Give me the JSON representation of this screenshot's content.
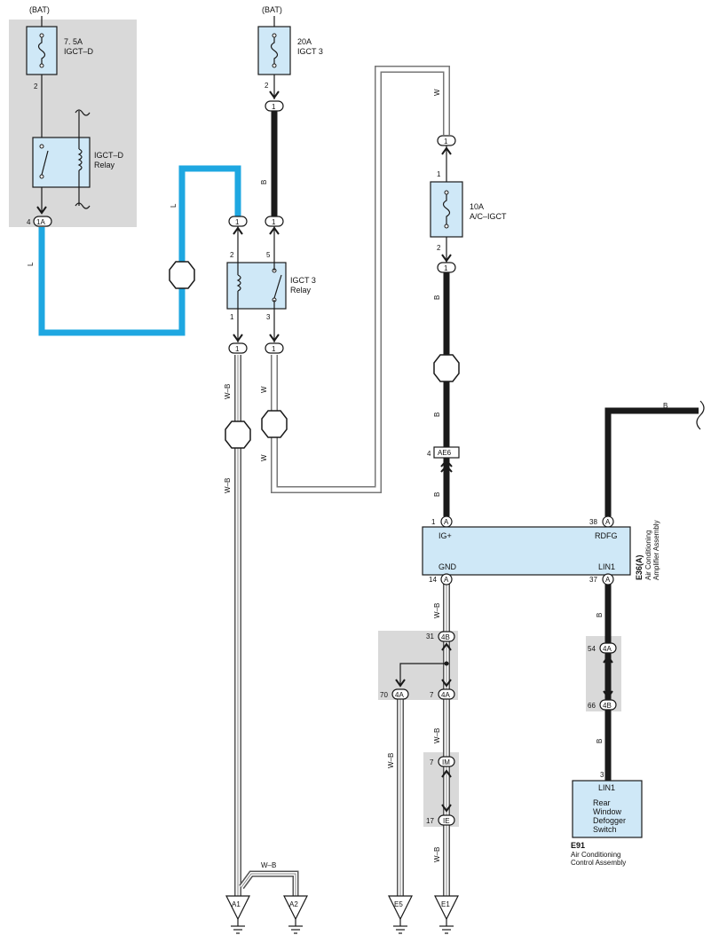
{
  "colors": {
    "wire_B": "#1a1a1a",
    "wire_L": "#1ea7e1",
    "wire_W_outline": "#777777",
    "wire_WB_outline": "#555555",
    "component_fill": "#cfe8f7",
    "shade_fill": "#d9d9d9"
  },
  "power_left": {
    "bat_label": "(BAT)",
    "fuse_rating": "7. 5A",
    "fuse_name": "IGCT–D",
    "fuse_pin": "2",
    "relay_name_1": "IGCT–D",
    "relay_name_2": "Relay",
    "connector_pin": "4",
    "connector_code": "1A",
    "wire_color_vertical": "L",
    "wire_color_top": "L"
  },
  "power_mid": {
    "bat_label": "(BAT)",
    "fuse_rating": "20A",
    "fuse_name": "IGCT 3",
    "fuse_pin": "2",
    "conn_top": "1",
    "wire_color": "B",
    "conn_left_top": "1",
    "conn_right_top": "1",
    "relay_name_1": "IGCT 3",
    "relay_name_2": "Relay",
    "relay_pin_2": "2",
    "relay_pin_5": "5",
    "relay_pin_1": "1",
    "relay_pin_3": "3",
    "conn_left_bottom": "1",
    "conn_right_bottom": "1",
    "wb_label_1": "W–B",
    "wb_label_2": "W–B",
    "w_label_1": "W",
    "w_label_2": "W"
  },
  "fuse_ac": {
    "w_label": "W",
    "conn_top": "1",
    "fuse_pin_in": "1",
    "fuse_rating": "10A",
    "fuse_name": "A/C–IGCT",
    "fuse_pin_out": "2",
    "conn_bottom": "1",
    "b_label_1": "B",
    "b_label_2": "B",
    "b_label_3": "B",
    "ae_pin": "4",
    "ae_code": "AE6"
  },
  "amplifier": {
    "pin_ig": "1",
    "conn_letter_ig": "A",
    "pin_rdfg": "38",
    "conn_letter_rdfg": "A",
    "label_ig": "IG+",
    "label_rdfg": "RDFG",
    "label_gnd": "GND",
    "label_lin1": "LIN1",
    "pin_gnd": "14",
    "conn_letter_gnd": "A",
    "pin_lin1": "37",
    "conn_letter_lin1": "A",
    "code": "E36(A)",
    "name_1": "Air Conditioning",
    "name_2": "Amplifier Assembly",
    "top_wire_label": "B"
  },
  "ground_branch": {
    "wb_1": "W–B",
    "pin_31": "31",
    "code_4b_a": "4B",
    "pin_70": "70",
    "code_4a_a": "4A",
    "pin_7a": "7",
    "code_4a_b": "4A",
    "wb_2": "W–B",
    "wb_3": "W–B",
    "pin_7b": "7",
    "code_im": "IM",
    "pin_17": "17",
    "code_ie": "IE",
    "wb_4": "W–B"
  },
  "lin_branch": {
    "b_1": "B",
    "pin_54": "54",
    "code_4a": "4A",
    "pin_66": "66",
    "code_4b": "4B",
    "b_2": "B",
    "pin_3": "3"
  },
  "control": {
    "pin_label": "LIN1",
    "switch_1": "Rear",
    "switch_2": "Window",
    "switch_3": "Defogger",
    "switch_4": "Switch",
    "code": "E91",
    "name_1": "Air Conditioning",
    "name_2": "Control Assembly"
  },
  "grounds": {
    "a1": "A1",
    "a2": "A2",
    "e5": "E5",
    "e1": "E1",
    "wb_join": "W–B"
  }
}
